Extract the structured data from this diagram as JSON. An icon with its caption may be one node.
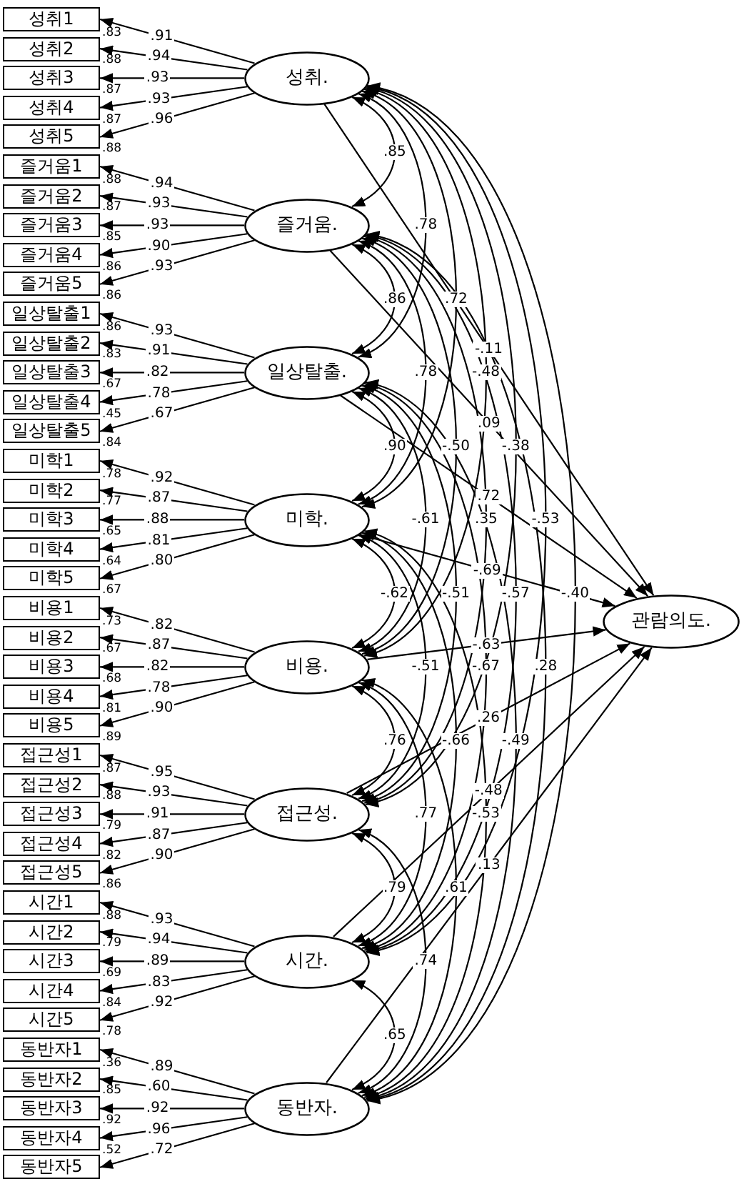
{
  "diagram": {
    "nodes": [
      {
        "text": [
          "성취."
        ]
      },
      {
        "text": [
          "성취1"
        ],
        "beside": [
          ".83"
        ]
      },
      {
        "text": [
          "성취2"
        ],
        "beside": [
          ".88"
        ]
      },
      {
        "text": [
          "성취3"
        ],
        "beside": [
          ".87"
        ]
      },
      {
        "text": [
          "성취4"
        ],
        "beside": [
          ".87"
        ]
      },
      {
        "text": [
          "성취5"
        ],
        "beside": [
          ".88"
        ]
      },
      {
        "text": [
          "즐거움."
        ]
      },
      {
        "text": [
          "즐거움1"
        ],
        "beside": [
          ".88"
        ]
      },
      {
        "text": [
          "즐거움2"
        ],
        "beside": [
          ".87"
        ]
      },
      {
        "text": [
          "즐거움3"
        ],
        "beside": [
          ".85"
        ]
      },
      {
        "text": [
          "즐거움4"
        ],
        "beside": [
          ".86"
        ]
      },
      {
        "text": [
          "즐거움5"
        ],
        "beside": [
          ".86"
        ]
      },
      {
        "text": [
          "일상탈출."
        ]
      },
      {
        "text": [
          "일상탈출1"
        ],
        "beside": [
          ".86"
        ]
      },
      {
        "text": [
          "일상탈출2"
        ],
        "beside": [
          ".83"
        ]
      },
      {
        "text": [
          "일상탈출3"
        ],
        "beside": [
          ".67"
        ]
      },
      {
        "text": [
          "일상탈출4"
        ],
        "beside": [
          ".45"
        ]
      },
      {
        "text": [
          "일상탈출5"
        ],
        "beside": [
          ".84"
        ]
      },
      {
        "text": [
          "미학."
        ]
      },
      {
        "text": [
          "미학1"
        ],
        "beside": [
          ".78"
        ]
      },
      {
        "text": [
          "미학2"
        ],
        "beside": [
          ".77"
        ]
      },
      {
        "text": [
          "미학3"
        ],
        "beside": [
          ".65"
        ]
      },
      {
        "text": [
          "미학4"
        ],
        "beside": [
          ".64"
        ]
      },
      {
        "text": [
          "미학5"
        ],
        "beside": [
          ".67"
        ]
      },
      {
        "text": [
          "비용."
        ]
      },
      {
        "text": [
          "비용1"
        ],
        "beside": [
          ".73"
        ]
      },
      {
        "text": [
          "비용2"
        ],
        "beside": [
          ".67"
        ]
      },
      {
        "text": [
          "비용3"
        ],
        "beside": [
          ".68"
        ]
      },
      {
        "text": [
          "비용4"
        ],
        "beside": [
          ".81"
        ]
      },
      {
        "text": [
          "비용5"
        ],
        "beside": [
          ".89"
        ]
      },
      {
        "text": [
          "접근성."
        ]
      },
      {
        "text": [
          "접근성1"
        ],
        "beside": [
          ".87"
        ]
      },
      {
        "text": [
          "접근성2"
        ],
        "beside": [
          ".88"
        ]
      },
      {
        "text": [
          "접근성3"
        ],
        "beside": [
          ".79"
        ]
      },
      {
        "text": [
          "접근성4"
        ],
        "beside": [
          ".82"
        ]
      },
      {
        "text": [
          "접근성5"
        ],
        "beside": [
          ".86"
        ]
      },
      {
        "text": [
          "시간."
        ]
      },
      {
        "text": [
          "시간1"
        ],
        "beside": [
          ".88"
        ]
      },
      {
        "text": [
          "시간2"
        ],
        "beside": [
          ".79"
        ]
      },
      {
        "text": [
          "시간3"
        ],
        "beside": [
          ".69"
        ]
      },
      {
        "text": [
          "시간4"
        ],
        "beside": [
          ".84"
        ]
      },
      {
        "text": [
          "시간5"
        ],
        "beside": [
          ".78"
        ]
      },
      {
        "text": [
          "동반자."
        ]
      },
      {
        "text": [
          "동반자1"
        ],
        "beside": [
          ".36"
        ]
      },
      {
        "text": [
          "동반자2"
        ],
        "beside": [
          ".85"
        ]
      },
      {
        "text": [
          "동반자3"
        ],
        "beside": [
          ".92"
        ]
      },
      {
        "text": [
          "동반자4"
        ],
        "beside": [
          ".52"
        ]
      },
      {
        "text": [
          "동반자5"
        ]
      },
      {
        "text": [
          "관람의도."
        ]
      }
    ],
    "edges": [
      {
        "from": 0,
        "to": 1,
        "arrow": "to",
        "label": ".91"
      },
      {
        "from": 0,
        "to": 2,
        "arrow": "to",
        "label": ".94"
      },
      {
        "from": 0,
        "to": 3,
        "arrow": "to",
        "label": ".93"
      },
      {
        "from": 0,
        "to": 4,
        "arrow": "to",
        "label": ".93"
      },
      {
        "from": 0,
        "to": 5,
        "arrow": "to",
        "label": ".96"
      },
      {
        "from": 6,
        "to": 7,
        "arrow": "to",
        "label": ".94"
      },
      {
        "from": 6,
        "to": 8,
        "arrow": "to",
        "label": ".93"
      },
      {
        "from": 6,
        "to": 9,
        "arrow": "to",
        "label": ".93"
      },
      {
        "from": 6,
        "to": 10,
        "arrow": "to",
        "label": ".90"
      },
      {
        "from": 6,
        "to": 11,
        "arrow": "to",
        "label": ".93"
      },
      {
        "from": 12,
        "to": 13,
        "arrow": "to",
        "label": ".93"
      },
      {
        "from": 12,
        "to": 14,
        "arrow": "to",
        "label": ".91"
      },
      {
        "from": 12,
        "to": 15,
        "arrow": "to",
        "label": ".82"
      },
      {
        "from": 12,
        "to": 16,
        "arrow": "to",
        "label": ".78"
      },
      {
        "from": 12,
        "to": 17,
        "arrow": "to",
        "label": ".67"
      },
      {
        "from": 18,
        "to": 19,
        "arrow": "to",
        "label": ".92"
      },
      {
        "from": 18,
        "to": 20,
        "arrow": "to",
        "label": ".87"
      },
      {
        "from": 18,
        "to": 21,
        "arrow": "to",
        "label": ".88"
      },
      {
        "from": 18,
        "to": 22,
        "arrow": "to",
        "label": ".81"
      },
      {
        "from": 18,
        "to": 23,
        "arrow": "to",
        "label": ".80"
      },
      {
        "from": 24,
        "to": 25,
        "arrow": "to",
        "label": ".82"
      },
      {
        "from": 24,
        "to": 26,
        "arrow": "to",
        "label": ".87"
      },
      {
        "from": 24,
        "to": 27,
        "arrow": "to",
        "label": ".82"
      },
      {
        "from": 24,
        "to": 28,
        "arrow": "to",
        "label": ".78"
      },
      {
        "from": 24,
        "to": 29,
        "arrow": "to",
        "label": ".90"
      },
      {
        "from": 30,
        "to": 31,
        "arrow": "to",
        "label": ".95"
      },
      {
        "from": 30,
        "to": 32,
        "arrow": "to",
        "label": ".93"
      },
      {
        "from": 30,
        "to": 33,
        "arrow": "to",
        "label": ".91"
      },
      {
        "from": 30,
        "to": 34,
        "arrow": "to",
        "label": ".87"
      },
      {
        "from": 30,
        "to": 35,
        "arrow": "to",
        "label": ".90"
      },
      {
        "from": 36,
        "to": 37,
        "arrow": "to",
        "label": ".93"
      },
      {
        "from": 36,
        "to": 38,
        "arrow": "to",
        "label": ".94"
      },
      {
        "from": 36,
        "to": 39,
        "arrow": "to",
        "label": ".89"
      },
      {
        "from": 36,
        "to": 40,
        "arrow": "to",
        "label": ".83"
      },
      {
        "from": 36,
        "to": 41,
        "arrow": "to",
        "label": ".92"
      },
      {
        "from": 42,
        "to": 43,
        "arrow": "to",
        "label": ".89"
      },
      {
        "from": 42,
        "to": 44,
        "arrow": "to",
        "label": ".60"
      },
      {
        "from": 42,
        "to": 45,
        "arrow": "to",
        "label": ".92"
      },
      {
        "from": 42,
        "to": 46,
        "arrow": "to",
        "label": ".96"
      },
      {
        "from": 42,
        "to": 47,
        "arrow": "to",
        "label": ".72"
      },
      {
        "from": 0,
        "to": 6,
        "arrow": "both",
        "label": ".85"
      },
      {
        "from": 0,
        "to": 12,
        "arrow": "both",
        "label": ".78"
      },
      {
        "from": 0,
        "to": 18,
        "arrow": "both",
        "label": ".72"
      },
      {
        "from": 0,
        "to": 24,
        "arrow": "both",
        "label": "-.48"
      },
      {
        "from": 0,
        "to": 30,
        "arrow": "both",
        "label": "-.38"
      },
      {
        "from": 0,
        "to": 36,
        "arrow": "both",
        "label": "-.53"
      },
      {
        "from": 0,
        "to": 42,
        "arrow": "both",
        "label": "-.40"
      },
      {
        "from": 6,
        "to": 12,
        "arrow": "both",
        "label": ".86"
      },
      {
        "from": 6,
        "to": 18,
        "arrow": "both",
        "label": ".78"
      },
      {
        "from": 6,
        "to": 24,
        "arrow": "both",
        "label": "-.50"
      },
      {
        "from": 6,
        "to": 30,
        "arrow": "both",
        "label": ".35"
      },
      {
        "from": 6,
        "to": 36,
        "arrow": "both",
        "label": "-.57"
      },
      {
        "from": 6,
        "to": 42,
        "arrow": "both",
        "label": ".28"
      },
      {
        "from": 12,
        "to": 18,
        "arrow": "both",
        "label": ".90"
      },
      {
        "from": 12,
        "to": 24,
        "arrow": "both",
        "label": "-.61"
      },
      {
        "from": 12,
        "to": 30,
        "arrow": "both",
        "label": "-.51"
      },
      {
        "from": 12,
        "to": 36,
        "arrow": "both",
        "label": "-.67"
      },
      {
        "from": 12,
        "to": 42,
        "arrow": "both",
        "label": "-.49"
      },
      {
        "from": 18,
        "to": 24,
        "arrow": "both",
        "label": "-.62"
      },
      {
        "from": 18,
        "to": 30,
        "arrow": "both",
        "label": "-.51"
      },
      {
        "from": 18,
        "to": 36,
        "arrow": "both",
        "label": "-.66"
      },
      {
        "from": 18,
        "to": 42,
        "arrow": "both",
        "label": "-.53"
      },
      {
        "from": 24,
        "to": 30,
        "arrow": "both",
        "label": ".76"
      },
      {
        "from": 24,
        "to": 36,
        "arrow": "both",
        "label": ".77"
      },
      {
        "from": 24,
        "to": 42,
        "arrow": "both",
        "label": ".61"
      },
      {
        "from": 30,
        "to": 36,
        "arrow": "both",
        "label": ".79"
      },
      {
        "from": 30,
        "to": 42,
        "arrow": "both",
        "label": ".74"
      },
      {
        "from": 36,
        "to": 42,
        "arrow": "both",
        "label": ".65"
      },
      {
        "from": 0,
        "to": 48,
        "arrow": "to",
        "label": "-.11"
      },
      {
        "from": 6,
        "to": 48,
        "arrow": "to",
        "label": ".09"
      },
      {
        "from": 12,
        "to": 48,
        "arrow": "to",
        "label": ".72"
      },
      {
        "from": 18,
        "to": 48,
        "arrow": "to",
        "label": "-.69"
      },
      {
        "from": 24,
        "to": 48,
        "arrow": "to",
        "label": "-.63"
      },
      {
        "from": 30,
        "to": 48,
        "arrow": "to",
        "label": ".26"
      },
      {
        "from": 36,
        "to": 48,
        "arrow": "to",
        "label": "-.48"
      },
      {
        "from": 42,
        "to": 48,
        "arrow": "to",
        "label": ".13"
      }
    ]
  }
}
